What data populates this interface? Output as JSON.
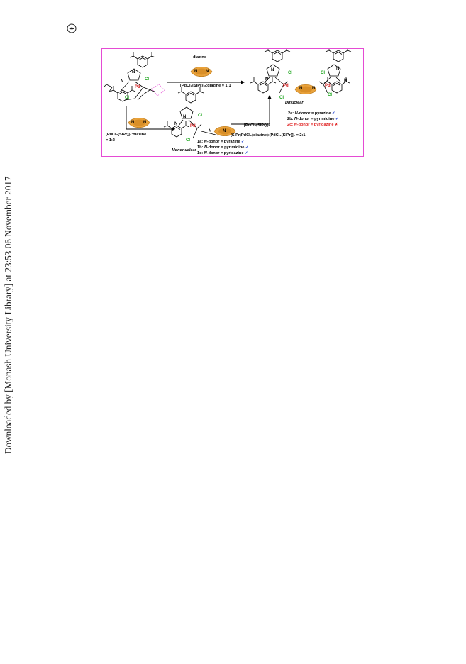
{
  "sidebar_text": "Downloaded by [Monash University Library] at 23:53 06 November 2017",
  "scheme": {
    "atoms": {
      "pd": "Pd",
      "cl": "Cl",
      "n": "N"
    },
    "reagent_top": "diazine",
    "cond_top": "[PdCl₂(SIPr)]₂:diazine = 1:1",
    "cond_left_1": "[PdCl₂(SIPr)]₂:diazine",
    "cond_left_2": "= 1:2",
    "reagent_mid": "[PdCl₂(SIPr)]₂",
    "cond_mid": "(SIPr)PdCl₂(diazine):[PdCl₂(SIPr)]₂ = 2:1",
    "mononuclear": "Mononuclear",
    "dinuclear": "Dinuclear",
    "mono_products": [
      {
        "id": "1a:",
        "label": "N",
        "rest": "-donor = pyrazine",
        "mark": "✓"
      },
      {
        "id": "1b:",
        "label": "N",
        "rest": "-donor = pyrimidine",
        "mark": "✓"
      },
      {
        "id": "1c:",
        "label": "N",
        "rest": "-donor = pyridazine",
        "mark": "✓"
      }
    ],
    "di_products": [
      {
        "id": "2a:",
        "label": "N",
        "rest": "-donor = pyrazine",
        "mark": "✓"
      },
      {
        "id": "2b:",
        "label": "N",
        "rest": "-donor = pyrimidine",
        "mark": "✓"
      },
      {
        "id": "2c:",
        "label": "N",
        "rest": "-donor = pyridazine",
        "mark": "✗"
      }
    ]
  },
  "colors": {
    "frame": "#e54bd4",
    "palladium": "#d0191a",
    "chlorine": "#1aa51a",
    "diazine_fill": "#e9a23b",
    "check": "#1a3fd0",
    "cross": "#e02020"
  }
}
